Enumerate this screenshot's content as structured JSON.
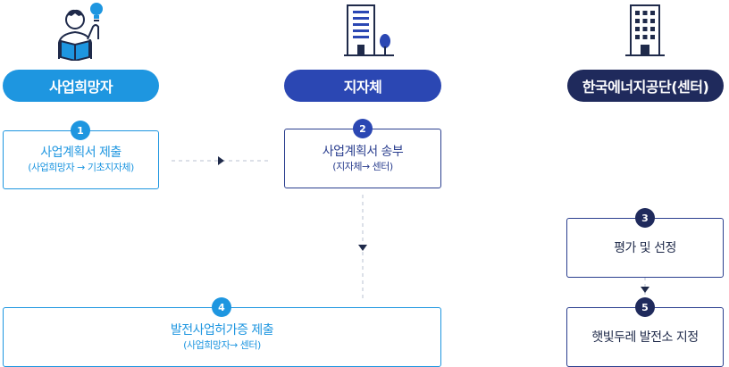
{
  "columns": [
    {
      "label": "사업희망자",
      "color": "#1e96e0",
      "icon": "person-reading-icon"
    },
    {
      "label": "지자체",
      "color": "#2b47b3",
      "icon": "office-building-icon"
    },
    {
      "label": "한국에너지공단(센터)",
      "color": "#1f2a5c",
      "icon": "tall-building-icon"
    }
  ],
  "steps": [
    {
      "num": "1",
      "title": "사업계획서 제출",
      "sub": "(사업희망자 → 기초지자체)"
    },
    {
      "num": "2",
      "title": "사업계획서 송부",
      "sub": "(지자체→ 센터)"
    },
    {
      "num": "3",
      "title": "평가 및 선정",
      "sub": ""
    },
    {
      "num": "4",
      "title": "발전사업허가증 제출",
      "sub": "(사업희망자→ 센터)"
    },
    {
      "num": "5",
      "title": "햇빛두레 발전소 지정",
      "sub": ""
    }
  ]
}
